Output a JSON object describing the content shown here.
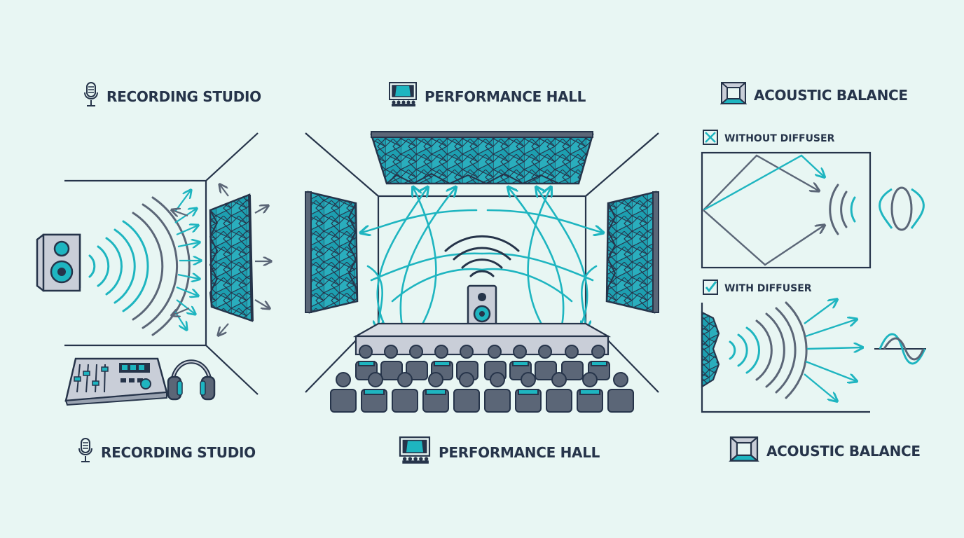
{
  "headers_top": {
    "studio": "RECORDING STUDIO",
    "hall": "PERFORMANCE HALL",
    "balance": "ACOUSTIC BALANCE"
  },
  "headers_bottom": {
    "studio": "RECORDING STUDIO",
    "hall": "PERFORMANCE HALL",
    "balance": "ACOUSTIC BALANCE"
  },
  "balance_panel": {
    "without_label": "WITHOUT DIFFUSER",
    "with_label": "WITH DIFFUSER"
  },
  "icons": [
    "microphone-icon",
    "theater-icon",
    "diffuser-panel-icon",
    "x-box-icon",
    "check-box-icon",
    "speaker-icon",
    "mixer-console-icon",
    "headphones-icon"
  ],
  "colors": {
    "background": "#e8f6f3",
    "ink": "#26344a",
    "accent_teal": "#1eb5c0",
    "slate": "#5b6677"
  }
}
